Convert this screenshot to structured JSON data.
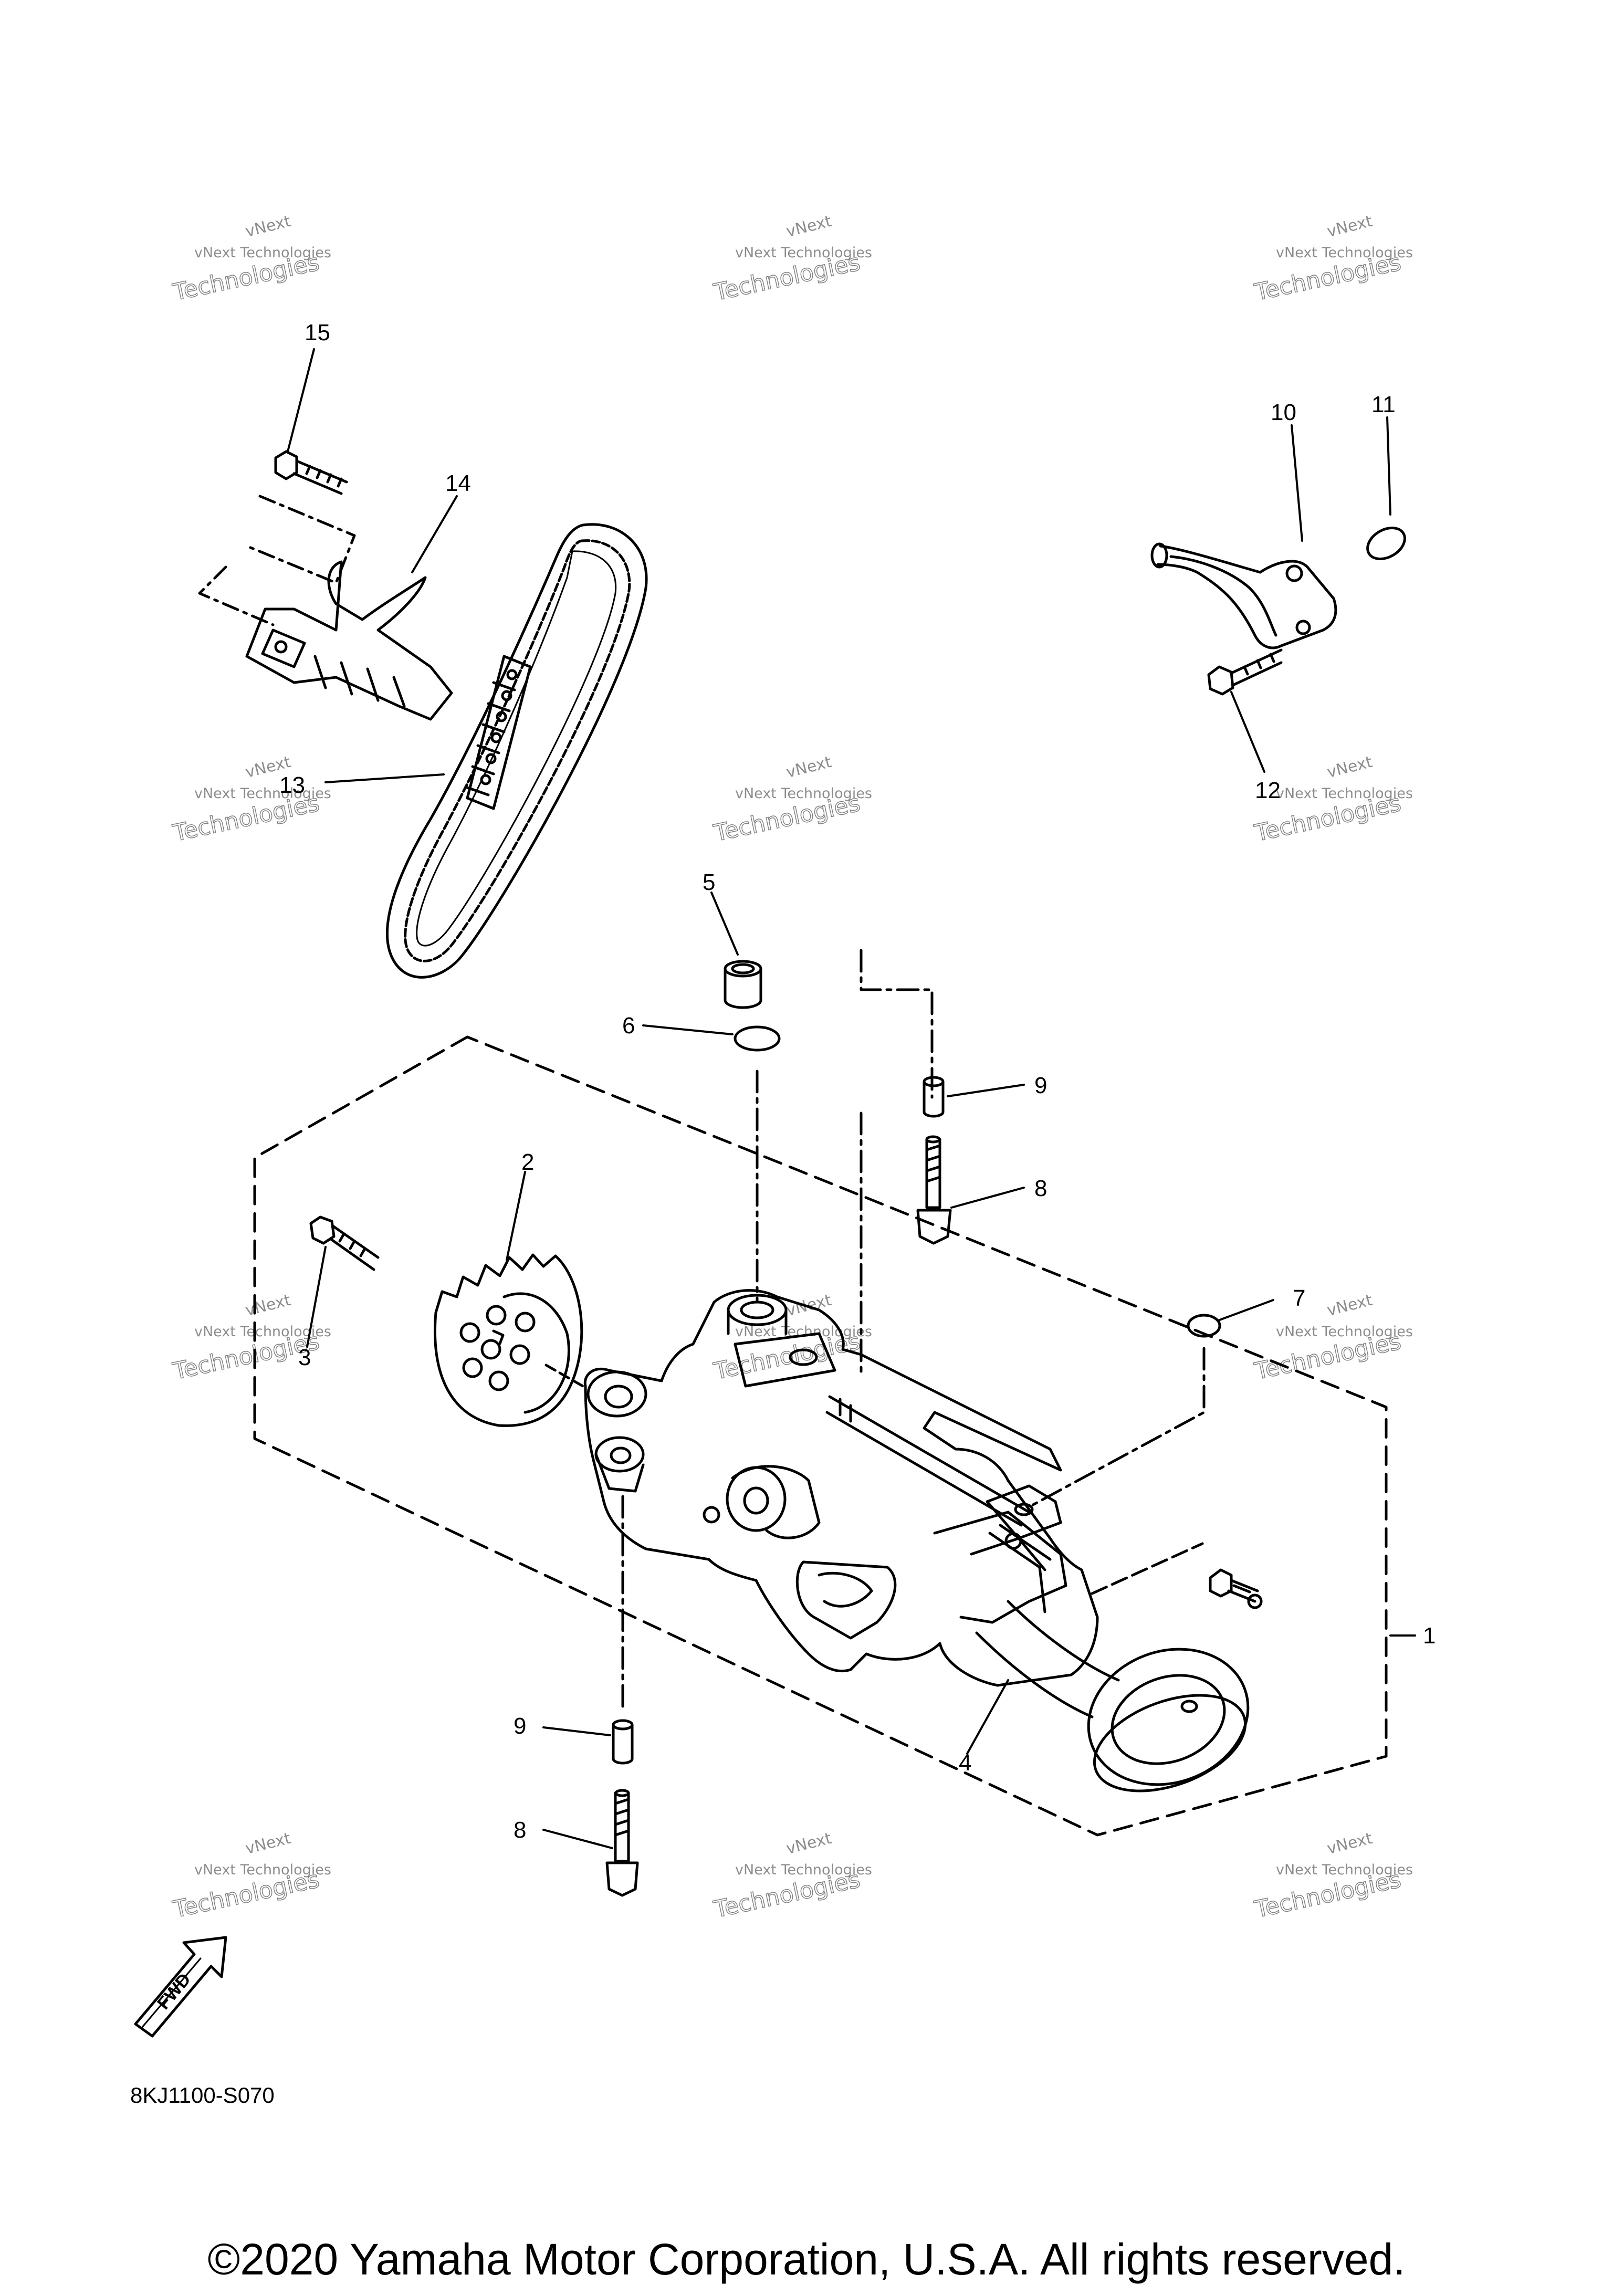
{
  "watermark": {
    "line1": "vNext",
    "line2": "vNext Technologies",
    "line3": "Technologies"
  },
  "callouts": {
    "c1": "1",
    "c2": "2",
    "c3": "3",
    "c4": "4",
    "c5": "5",
    "c6": "6",
    "c7": "7",
    "c8a": "8",
    "c8b": "8",
    "c9a": "9",
    "c9b": "9",
    "c10": "10",
    "c11": "11",
    "c12": "12",
    "c13": "13",
    "c14": "14",
    "c15": "15"
  },
  "fwd_label": "FWD",
  "diagram_code": "8KJ1100-S070",
  "copyright": "©2020 Yamaha Motor Corporation, U.S.A. All rights reserved."
}
